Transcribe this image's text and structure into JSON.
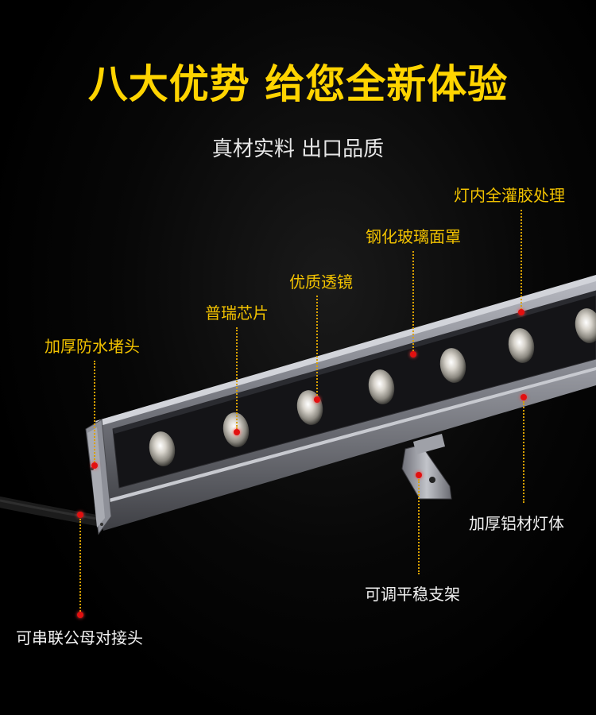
{
  "headline": "八大优势 给您全新体验",
  "subline": "真材实料 出口品质",
  "callouts": {
    "potting": "灯内全灌胶处理",
    "glass": "钢化玻璃面罩",
    "lens": "优质透镜",
    "chip": "普瑞芯片",
    "end_cap": "加厚防水堵头",
    "aluminum_body": "加厚铝材灯体",
    "bracket": "可调平稳支架",
    "connector": "可串联公母对接头"
  },
  "colors": {
    "background": "#000000",
    "headline": "#ffd400",
    "callout_text": "#f2c200",
    "marker": "#e21010",
    "housing": "#8a8c94",
    "glass_panel": "#151518"
  }
}
